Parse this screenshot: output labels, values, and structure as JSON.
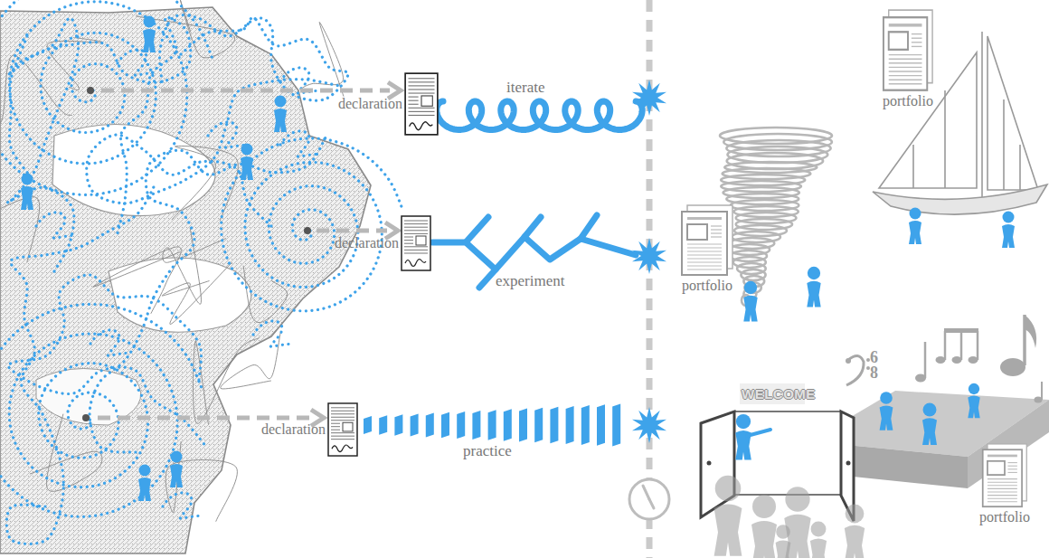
{
  "diagram": {
    "nodes": [
      {
        "text": [
          "declaration"
        ]
      },
      {
        "text": [
          "portfolio"
        ]
      },
      {
        "text": [
          "declaration"
        ]
      },
      {
        "text": [
          "portfolio"
        ]
      },
      {
        "text": [
          "declaration"
        ]
      },
      {
        "text": [
          "portfolio"
        ]
      }
    ],
    "labels": [
      "iterate",
      "experiment",
      "practice",
      "WELCOME",
      "6",
      "8"
    ]
  }
}
